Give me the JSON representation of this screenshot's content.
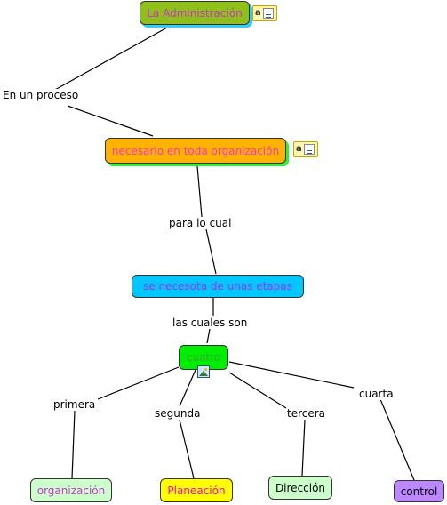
{
  "nodes": {
    "administracion": {
      "label": "La Administración",
      "text_color": "#cc33cc",
      "fill": "#8fbf1a",
      "shadow": "#33ccff"
    },
    "necesario": {
      "label": "necesario en toda organización",
      "text_color": "#ff33cc",
      "fill": "#ffb300",
      "shadow": "#33ee33"
    },
    "etapas": {
      "label": "se necesota de unas etapas",
      "text_color": "#9933ff",
      "fill": "#00c8ff"
    },
    "cuatro": {
      "label": "cuatro",
      "text_color": "#33aa33",
      "fill": "#00ee00"
    },
    "organizacion": {
      "label": "organización",
      "text_color": "#cc33cc",
      "fill": "#ccffcc"
    },
    "planeacion": {
      "label": "Planeación",
      "text_color": "#ff00cc",
      "fill": "#ffff00"
    },
    "direccion": {
      "label": "Dirección",
      "text_color": "#000000",
      "fill": "#ccffcc"
    },
    "control": {
      "label": "control",
      "text_color": "#000000",
      "fill": "#bb88ff"
    }
  },
  "links": {
    "en_un_proceso": "En un proceso",
    "para_lo_cual": "para lo cual",
    "las_cuales_son": "las cuales son",
    "primera": "primera",
    "segunda": "segunda",
    "tercera": "tercera",
    "cuarta": "cuarta"
  },
  "icons": {
    "note": "note-icon",
    "note_glyph": "a",
    "image": "image-icon"
  }
}
